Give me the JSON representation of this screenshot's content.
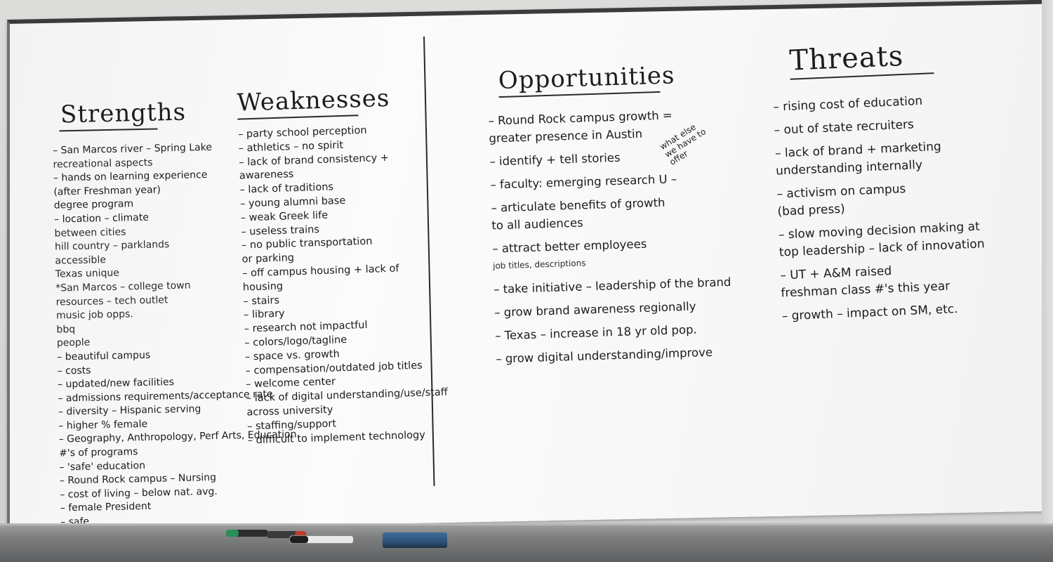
{
  "strengths": {
    "heading": "Strengths",
    "items": [
      "– San Marcos river – Spring Lake",
      "        recreational aspects",
      "– hands on learning experience",
      "     (after Freshman year)",
      "        degree program",
      "– location – climate",
      "          between cities",
      "          hill country – parklands",
      "          accessible",
      "          Texas                 unique",
      "          *San Marcos – college town",
      "          resources – tech  outlet",
      "          music         job opps.",
      "          bbq",
      "          people",
      "– beautiful campus",
      "– costs",
      "– updated/new facilities",
      "– admissions requirements/acceptance rate",
      "– diversity – Hispanic serving",
      "– higher % female",
      "– Geography, Anthropology, Perf Arts, Education",
      "   #'s of programs",
      "– 'safe' education",
      "– Round Rock campus – Nursing",
      "– cost of living – below nat. avg.",
      "– female President",
      "– safe"
    ]
  },
  "weaknesses": {
    "heading": "Weaknesses",
    "items": [
      "– party school perception",
      "  – athletics – no spirit",
      "  – lack of brand consistency +",
      "       awareness",
      "  – lack of traditions",
      "  – young alumni base",
      "  – weak Greek life",
      "  – useless trains",
      "  – no public transportation",
      "       or parking",
      "  – off campus housing + lack of",
      "       housing",
      "  – stairs",
      "  – library",
      "  – research not impactful",
      "  – colors/logo/tagline",
      "  – space vs. growth",
      "  – compensation/outdated job titles",
      "  – welcome center",
      "  – lack of digital understanding/use/staff",
      "       across university",
      "  – staffing/support",
      "  – difficult to implement technology"
    ]
  },
  "opportunities": {
    "heading": "Opportunities",
    "items": [
      "– Round Rock campus growth =",
      "     greater presence in Austin",
      "– identify + tell stories",
      "– faculty: emerging research U –",
      "– articulate benefits of growth",
      "     to all audiences",
      "– attract better employees",
      "     job titles, descriptions",
      "– take initiative – leadership of the brand",
      "– grow brand awareness regionally",
      "– Texas – increase in 18 yr old pop.",
      "– grow digital understanding/improve"
    ],
    "side_note": [
      "what else",
      "we have to",
      "offer"
    ]
  },
  "threats": {
    "heading": "Threats",
    "items": [
      "– rising cost of education",
      "– out of state recruiters",
      "– lack of brand + marketing",
      "     understanding internally",
      "– activism on campus",
      "     (bad press)",
      "– slow moving decision making at",
      "     top leadership – lack of innovation",
      "– UT + A&M raised",
      "     freshman class #'s this year",
      "– growth – impact on SM, etc."
    ]
  }
}
